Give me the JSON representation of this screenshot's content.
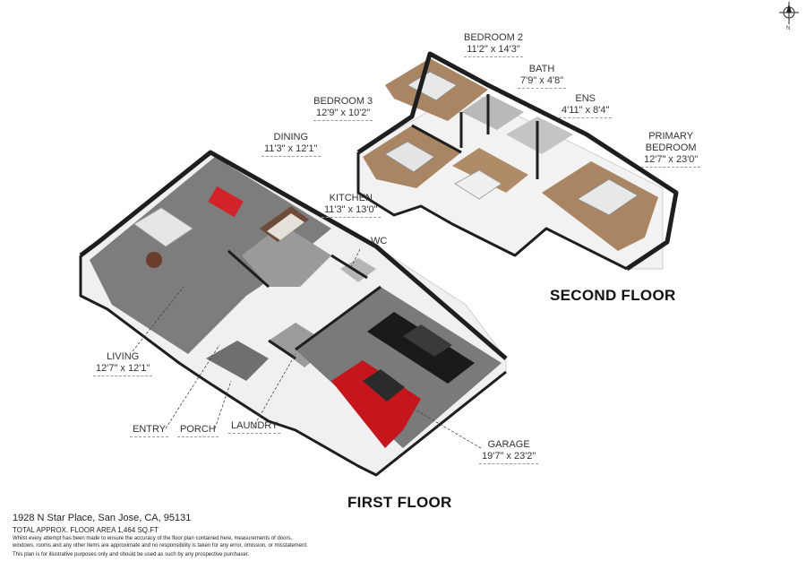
{
  "rooms": {
    "bedroom2": {
      "name": "BEDROOM 2",
      "dim": "11'2\" x 14'3\""
    },
    "bath": {
      "name": "BATH",
      "dim": "7'9\" x 4'8\""
    },
    "ens": {
      "name": "ENS",
      "dim": "4'11\" x 8'4\""
    },
    "bedroom3": {
      "name": "BEDROOM 3",
      "dim": "12'9\" x 10'2\""
    },
    "primary": {
      "name1": "PRIMARY",
      "name2": "BEDROOM",
      "dim": "12'7\" x 23'0\""
    },
    "dining": {
      "name": "DINING",
      "dim": "11'3\" x 12'1\""
    },
    "kitchen": {
      "name": "KITCHEN",
      "dim": "11'3\" x 13'0\""
    },
    "wc": {
      "name": "WC"
    },
    "living": {
      "name": "LIVING",
      "dim": "12'7\" x 12'1\""
    },
    "entry": {
      "name": "ENTRY"
    },
    "porch": {
      "name": "PORCH"
    },
    "laundry": {
      "name": "LAUNDRY"
    },
    "garage": {
      "name": "GARAGE",
      "dim": "19'7\" x 23'2\""
    }
  },
  "floors": {
    "second": "SECOND FLOOR",
    "first": "FIRST FLOOR"
  },
  "compass": {
    "label": "N"
  },
  "footer": {
    "address": "1928 N Star Place, San Jose, CA, 95131",
    "area": "TOTAL APPROX. FLOOR AREA 1,464 SQ.FT",
    "disclaimer1": "Whilst every attempt has been made to ensure the accuracy of the floor plan contained here, measurements of doors,",
    "disclaimer2": "windows, rooms and any other items are approximate and no responsibility is taken for any error, omission, or misstatement.",
    "disclaimer3": "This plan is for illustrative purposes only and should be used as such by any prospective purchaser."
  },
  "colors": {
    "wall": "#1e1e1e",
    "floor": "#7a7a7a",
    "wood": "#b48a62",
    "car_red": "#c4161c",
    "car_black": "#1a1a1a"
  }
}
